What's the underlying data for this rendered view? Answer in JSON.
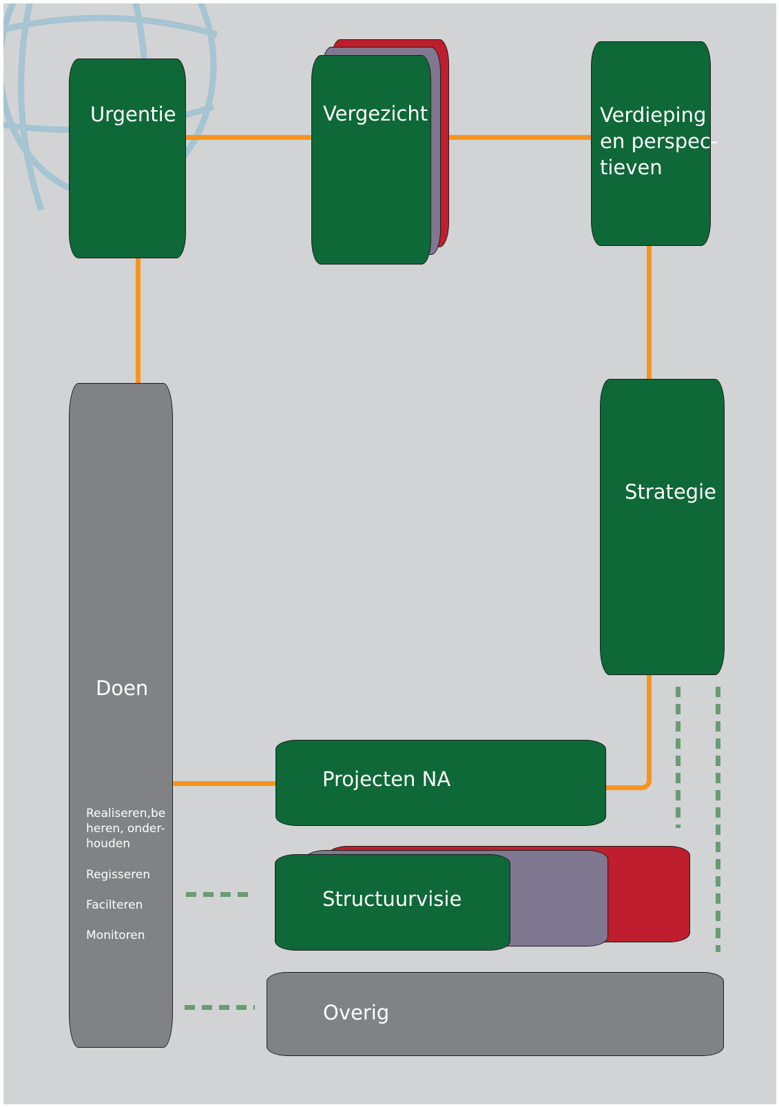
{
  "nodes": {
    "urgentie": "Urgentie",
    "vergezicht": "Vergezicht",
    "verdieping": [
      "Verdieping",
      "en perspec-",
      "tieven"
    ],
    "strategie": "Strategie",
    "doen": "Doen",
    "doen_items": [
      "Realiseren,be",
      "heren, onder-",
      "houden",
      "Regisseren",
      "Facilteren",
      "Monitoren"
    ],
    "projecten": "Projecten NA",
    "structuurvisie": "Structuurvisie",
    "overig": "Overig"
  },
  "colors": {
    "green": "#0e6838",
    "grey": "#818285",
    "lilac": "#807790",
    "red": "#be1e2d",
    "orange": "#f7941d",
    "dashed": "#6b9a75",
    "background": "#d1d3d4"
  }
}
